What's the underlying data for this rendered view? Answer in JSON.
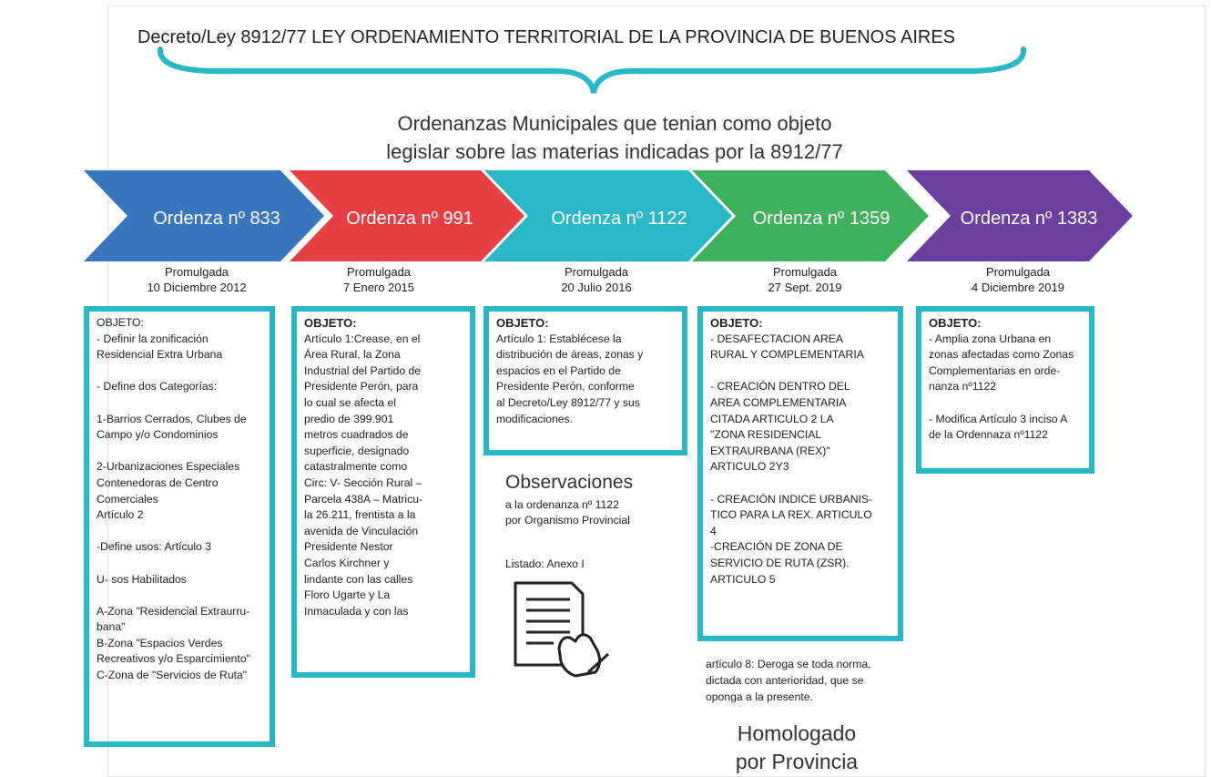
{
  "title": "Decreto/Ley 8912/77 LEY ORDENAMIENTO TERRITORIAL DE LA PROVINCIA DE BUENOS AIRES",
  "subtitle_line1": "Ordenanzas Municipales que tenian como objeto",
  "subtitle_line2": "legislar sobre las materias indicadas por la 8912/77",
  "colors": {
    "blue": "#3a75c0",
    "red": "#e83f44",
    "teal": "#2ab8c7",
    "green": "#3eb25a",
    "purple": "#6a3fa0",
    "box_border": "#2ab8c7"
  },
  "ordenanzas": [
    {
      "label": "Ordenza nº 833",
      "promulgada": "Promulgada",
      "fecha": "10  Diciembre 2012",
      "objeto_head": "OBJETO:",
      "objeto": "- Definir la zonificación\nResidencial Extra Urbana\n\n- Define dos Categorías:\n\n1-Barrios Cerrados, Clubes de\nCampo y/o Condominios\n\n2-Urbanizaciones Especiales\nContenedoras de Centro\nComerciales\nArtículo 2\n\n-Define usos: Artículo 3\n\nU- sos Habilitados\n\nA-Zona \"Residencial Extraurru-\nbana\"\nB-Zona \"Espacios Verdes\nRecreativos y/o Esparcimiento\"\nC-Zona de \"Servicios de Ruta\""
    },
    {
      "label": "Ordenza nº 991",
      "promulgada": "Promulgada",
      "fecha": "7 Enero 2015",
      "objeto_head": "OBJETO:",
      "objeto": "Artículo 1:Crease, en el\nÁrea Rural, la Zona\nIndustrial del Partido de\nPresidente Perón, para\nlo cual se afecta el\npredio de 399.901\nmetros cuadrados de\nsuperficie, designado\ncatastralmente como\nCirc: V- Sección Rural –\nParcela 438A – Matricu-\nla 26.211, frentista a la\navenida de Vinculación\nPresidente Nestor\nCarlos Kirchner y\nlindante con las calles\nFloro Ugarte y La\nInmaculada y con las"
    },
    {
      "label": "Ordenza nº 1122",
      "promulgada": "Promulgada",
      "fecha": "20 Julio 2016",
      "objeto_head": "OBJETO:",
      "objeto": "Artículo 1: Establécese la\ndistribución de áreas, zonas y\nespacios en el Partido de\nPresidente Perón, conforme\nal Decreto/Ley 8912/77 y sus\nmodificaciones."
    },
    {
      "label": "Ordenza nº 1359",
      "promulgada": "Promulgada",
      "fecha": "27 Sept. 2019",
      "objeto_head": "OBJETO:",
      "objeto": "- DESAFECTACION AREA\nRURAL Y COMPLEMENTARIA\n\n- CREACIÓN DENTRO DEL\nAREA COMPLEMENTARIA\nCITADA ARTICULO 2 LA\n\"ZONA RESIDENCIAL\nEXTRAURBANA (REX)\"\nARTICULO 2Y3\n\n- CREACIÓN INDICE URBANIS-\nTICO PARA LA REX. ARTICULO\n4\n-CREACIÓN DE ZONA DE\nSERVICIO DE RUTA (ZSR).\nARTICULO 5"
    },
    {
      "label": "Ordenza nº 1383",
      "promulgada": "Promulgada",
      "fecha": "4 Diciembre 2019",
      "objeto_head": "OBJETO:",
      "objeto": "- Amplia zona Urbana en\nzonas afectadas como Zonas\nComplementarias en orde-\nnanza nº1122\n\n- Modifica Artículo 3  inciso A\nde la Ordennaza  nº1122"
    }
  ],
  "observaciones": {
    "title": "Observaciones",
    "text": "a la ordenanza nº 1122\npor Organismo  Provincial",
    "listado": "Listado: Anexo I",
    "icon": "document-hand-icon"
  },
  "articulo8": "artículo 8: Deroga se toda norma,\ndictada con anterioridad, que se\noponga a la presente.",
  "homologado": "Homologado\npor Provincia"
}
